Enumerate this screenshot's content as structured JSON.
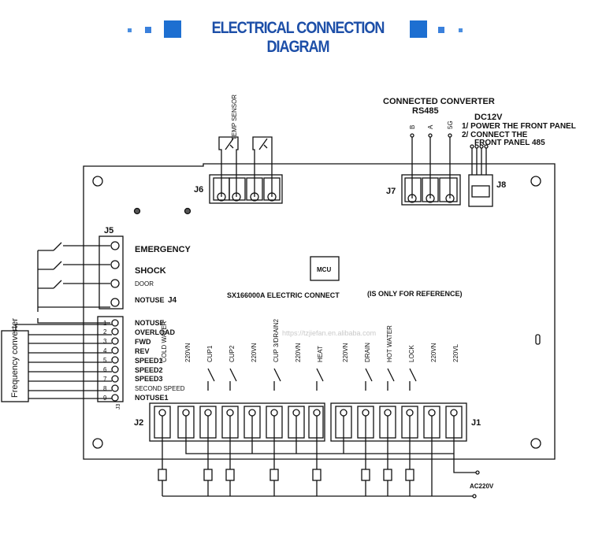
{
  "header": {
    "title": "ELECTRICAL CONNECTION DIAGRAM",
    "accent_color": "#1d6fd1"
  },
  "board": {
    "main_label": "SX166000A ELECTRIC CONNECT",
    "reference_note": "(IS ONLY FOR REFERENCE)",
    "mcu": "MCU",
    "watermark": "https://tzjiefan.en.alibaba.com"
  },
  "connectors": {
    "j1": "J1",
    "j2": "J2",
    "j3": "J3",
    "j4": "J4",
    "j5": "J5",
    "j6": "J6",
    "j7": "J7",
    "j8": "J8"
  },
  "j5_labels": [
    "EMERGENCY",
    "SHOCK",
    "DOOR",
    "NOTUSE"
  ],
  "j3_labels": [
    "NOTUSE",
    "OVERLOAD",
    "FWD",
    "REV",
    "SPEED1",
    "SPEED2",
    "SPEED3",
    "SECOND SPEED",
    "NOTUSE1"
  ],
  "j3_pins": [
    "1",
    "2",
    "3",
    "4",
    "5",
    "6",
    "7",
    "8",
    "9"
  ],
  "top": {
    "temp_sensor": "TEMP SENSOR",
    "connected_converter": "CONNECTED CONVERTER",
    "rs485": "RS485",
    "j7_pins": [
      "B",
      "A",
      "5G"
    ],
    "dc12v": "DC12V",
    "note1": "1/  POWER THE FRONT PANEL",
    "note2": "2/  CONNECT THE",
    "note3": "FRONT PANEL 485"
  },
  "frequency_converter": "Frequency converter",
  "bottom_labels": [
    "COLD WATER",
    "220VN",
    "CUP1",
    "CUP2",
    "220VN",
    "CUP 3/DRAIN2",
    "220VN",
    "HEAT",
    "220VN",
    "DRAIN",
    "HOT WATER",
    "LOCK",
    "220VN",
    "220VL"
  ],
  "ac_label": "AC220V"
}
